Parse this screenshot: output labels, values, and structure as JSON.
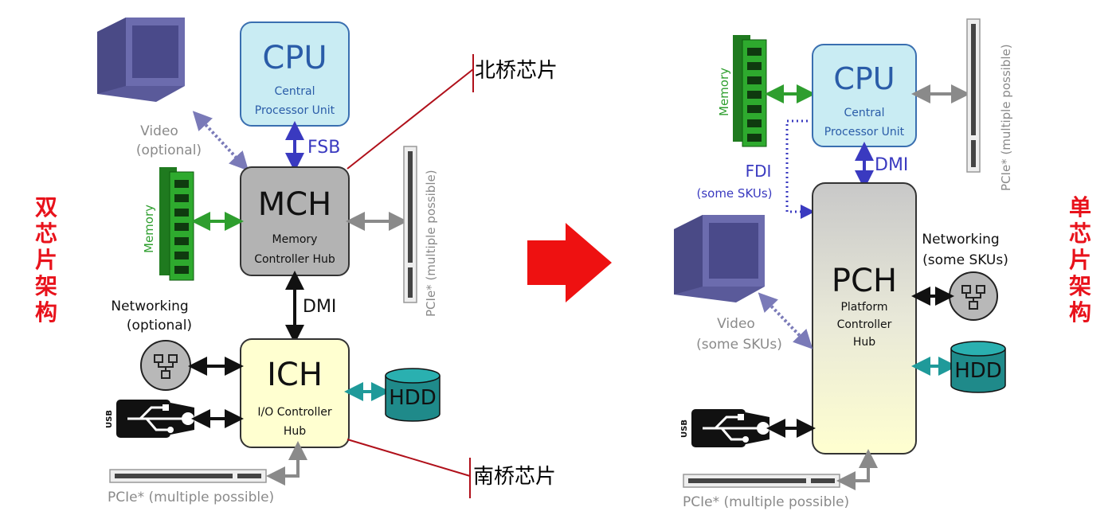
{
  "left": {
    "side_label": [
      "双",
      "芯",
      "片",
      "架",
      "构"
    ],
    "cpu": {
      "title": "CPU",
      "sub1": "Central",
      "sub2": "Processor Unit"
    },
    "fsb": "FSB",
    "mch": {
      "title": "MCH",
      "sub1": "Memory",
      "sub2": "Controller Hub"
    },
    "dmi": "DMI",
    "ich": {
      "title": "ICH",
      "sub1": "I/O Controller",
      "sub2": "Hub"
    },
    "video": {
      "line1": "Video",
      "line2": "(optional)"
    },
    "memory": "Memory",
    "networking": {
      "line1": "Networking",
      "line2": "(optional)"
    },
    "hdd": "HDD",
    "usb": "USB",
    "pcie_vertical": "PCIe* (multiple possible)",
    "pcie_horizontal": "PCIe* (multiple possible)",
    "northbridge_callout": "北桥芯片",
    "southbridge_callout": "南桥芯片"
  },
  "right": {
    "side_label": [
      "单",
      "芯",
      "片",
      "架",
      "构"
    ],
    "cpu": {
      "title": "CPU",
      "sub1": "Central",
      "sub2": "Processor Unit"
    },
    "dmi": "DMI",
    "fdi": {
      "line1": "FDI",
      "line2": "(some SKUs)"
    },
    "pch": {
      "title": "PCH",
      "sub1": "Platform",
      "sub2": "Controller",
      "sub3": "Hub"
    },
    "video": {
      "line1": "Video",
      "line2": "(some SKUs)"
    },
    "memory": "Memory",
    "networking": {
      "line1": "Networking",
      "line2": "(some SKUs)"
    },
    "hdd": "HDD",
    "usb": "USB",
    "pcie_vertical": "PCIe* (multiple possible)",
    "pcie_horizontal": "PCIe* (multiple possible)"
  },
  "colors": {
    "cpu_fill": "#c9ecf3",
    "cpu_stroke": "#3a6fb0",
    "mch_fill": "#b3b3b3",
    "ich_fill": "#ffffd0",
    "bus_blue": "#3a3ac0",
    "memory_green": "#2e9e2e",
    "hdd_teal": "#1f9a9a",
    "gray_text": "#8a8a8a",
    "callout_red": "#b0101a",
    "title_red": "#e8121b"
  }
}
